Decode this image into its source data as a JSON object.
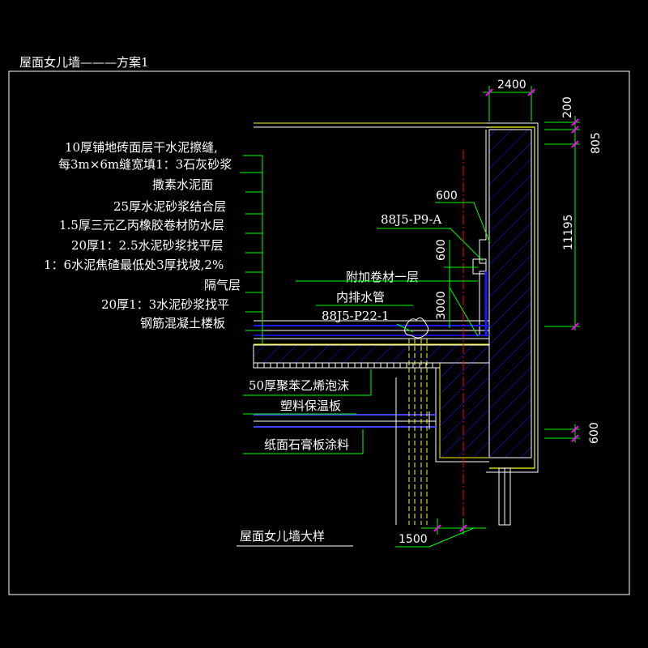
{
  "title": "屋面女儿墙———方案1",
  "layers_upper": [
    "10厚铺地砖面层干水泥擦缝,",
    "每3m×6m缝宽填1：3石灰砂浆",
    "撒素水泥面",
    "25厚水泥砂浆结合层",
    "1.5厚三元乙丙橡胶卷材防水层",
    "20厚1：2.5水泥砂浆找平层",
    "1：6水泥焦碴最低处3厚找坡,2%",
    "隔气层",
    "20厚1：3水泥砂浆找平",
    "钢筋混凝土楼板"
  ],
  "layers_lower": [
    "50厚聚苯乙烯泡沫",
    "塑料保温板",
    "纸面石膏板涂料"
  ],
  "labels": {
    "ref_p9": "88J5-P9-A",
    "extra_membrane": "附加卷材一层",
    "drain_pipe": "内排水管",
    "ref_p22": "88J5-P22-1",
    "subtitle": "屋面女儿墙大样"
  },
  "dimensions": {
    "top_width": "2400",
    "right_200": "200",
    "right_805": "805",
    "right_11195": "11195",
    "right_600": "600",
    "small_600_h": "600",
    "small_600_v": "600",
    "v_3000": "3000",
    "bottom_1500": "1500"
  },
  "colors": {
    "background": "#000000",
    "line": "#ffffff",
    "leader": "#00ff00",
    "dimension": "#00ff00",
    "tick": "#ff00ff",
    "axis": "#ff0000",
    "hatch": "#0000ff",
    "insulation": "#4040ff",
    "outline": "#ffff00",
    "pipe": "#ffff00",
    "text": "#ffffff"
  }
}
